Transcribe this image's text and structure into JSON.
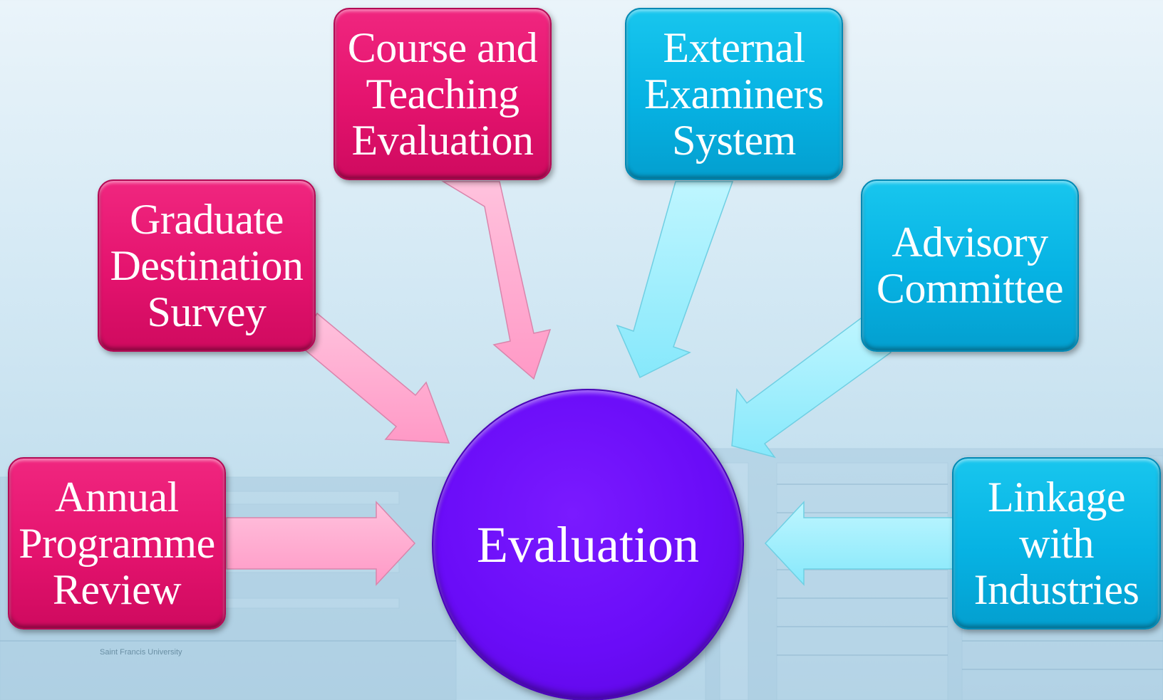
{
  "diagram": {
    "center": {
      "label": "Evaluation"
    },
    "nodes": [
      {
        "id": "annual",
        "lines": [
          "Annual",
          "Programme",
          "Review"
        ],
        "color": "#e4136e"
      },
      {
        "id": "graduate",
        "lines": [
          "Graduate",
          "Destination",
          "Survey"
        ],
        "color": "#e4136e"
      },
      {
        "id": "course",
        "lines": [
          "Course and",
          "Teaching",
          "Evaluation"
        ],
        "color": "#e4136e"
      },
      {
        "id": "external",
        "lines": [
          "External",
          "Examiners",
          "System"
        ],
        "color": "#06b2e3"
      },
      {
        "id": "advisory",
        "lines": [
          "Advisory",
          "Committee"
        ],
        "color": "#06b2e3"
      },
      {
        "id": "linkage",
        "lines": [
          "Linkage",
          "with",
          "Industries"
        ],
        "color": "#06b2e3"
      }
    ],
    "arrow_colors": {
      "pink": "#ffadd2",
      "cyan": "#9ff0ff"
    }
  },
  "background": {
    "caption_left": "Saint Francis University"
  },
  "colors": {
    "pink_box": "#e4136e",
    "cyan_box": "#06b2e3",
    "center_circle": "#6a0cf8"
  }
}
